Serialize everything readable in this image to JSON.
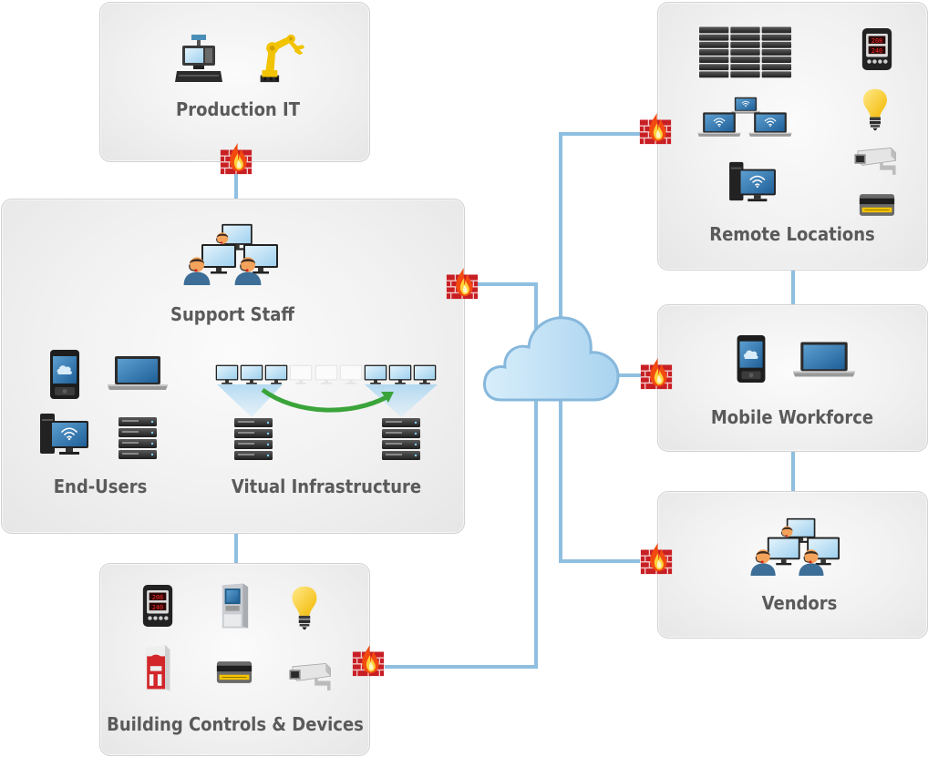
{
  "diagram": {
    "type": "network-topology",
    "colors": {
      "connection_line": "#8fbfe0",
      "firewall_brick": "#d2272a",
      "cloud_fill": "#c5e2f5",
      "cloud_stroke": "#86b8dc",
      "migration_arrow": "#3aa43a",
      "label_text": "#5a5a5a",
      "box_background": "#f1f1f1"
    },
    "hub": {
      "name": "Internet cloud",
      "icon": "cloud-icon"
    },
    "zones": [
      {
        "id": "production-it",
        "label": "Production IT",
        "icons": [
          "cash-register-icon",
          "robot-arm-icon"
        ],
        "firewall": true
      },
      {
        "id": "corporate",
        "label": "Support Staff",
        "icons": [
          "support-staff-group-icon"
        ],
        "firewall": true,
        "subgroups": [
          {
            "label": "End-Users",
            "icons": [
              "smartphone-icon",
              "laptop-icon",
              "desktop-pc-icon",
              "server-icon"
            ]
          },
          {
            "label": "Vitual Infrastructure",
            "icons": [
              "virtual-monitor-icon",
              "server-icon",
              "migration-arrow-icon"
            ]
          }
        ]
      },
      {
        "id": "building-controls",
        "label": "Building Controls & Devices",
        "icons": [
          "thermostat-icon",
          "atm-icon",
          "light-bulb-icon",
          "fire-alarm-panel-icon",
          "access-card-icon",
          "security-camera-icon"
        ],
        "firewall": true
      },
      {
        "id": "remote-locations",
        "label": "Remote Locations",
        "icons": [
          "server-rack-icon",
          "thermostat-icon",
          "wireless-laptops-icon",
          "light-bulb-icon",
          "security-camera-icon",
          "desktop-pc-icon",
          "access-card-icon"
        ],
        "firewall": true
      },
      {
        "id": "mobile-workforce",
        "label": "Mobile Workforce",
        "icons": [
          "smartphone-icon",
          "laptop-icon"
        ],
        "firewall": true
      },
      {
        "id": "vendors",
        "label": "Vendors",
        "icons": [
          "support-staff-group-icon"
        ],
        "firewall": true
      }
    ],
    "labels": {
      "production_it": "Production IT",
      "support_staff": "Support Staff",
      "end_users": "End-Users",
      "virtual_infrastructure": "Vitual Infrastructure",
      "building_controls": "Building Controls & Devices",
      "remote_locations": "Remote Locations",
      "mobile_workforce": "Mobile Workforce",
      "vendors": "Vendors"
    }
  }
}
